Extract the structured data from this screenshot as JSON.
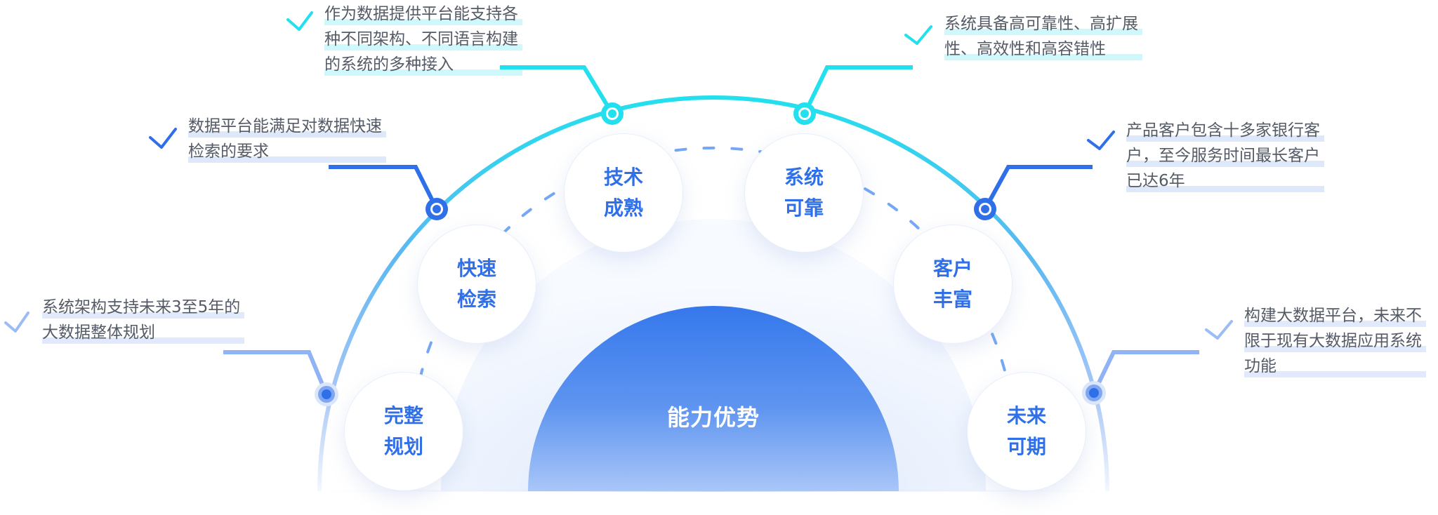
{
  "center": {
    "label": "能力优势"
  },
  "nodes": [
    {
      "id": "complete-planning",
      "line1": "完整",
      "line2": "规划"
    },
    {
      "id": "fast-search",
      "line1": "快速",
      "line2": "检索"
    },
    {
      "id": "mature-tech",
      "line1": "技术",
      "line2": "成熟"
    },
    {
      "id": "reliable-system",
      "line1": "系统",
      "line2": "可靠"
    },
    {
      "id": "rich-customers",
      "line1": "客户",
      "line2": "丰富"
    },
    {
      "id": "promising-future",
      "line1": "未来",
      "line2": "可期"
    }
  ],
  "notes": {
    "complete_planning": [
      "系统架构支持未来3至5年的",
      "大数据整体规划"
    ],
    "fast_search": [
      "数据平台能满足对数据快速",
      "检索的要求"
    ],
    "mature_tech": [
      "作为数据提供平台能支持各",
      "种不同架构、不同语言构建",
      "的系统的多种接入"
    ],
    "reliable_system": [
      "系统具备高可靠性、高扩展",
      "性、高效性和高容错性"
    ],
    "rich_customers": [
      "产品客户包含十多家银行客",
      "户，至今服务时间最长客户",
      "已达6年"
    ],
    "promising_future": [
      "构建大数据平台，未来不",
      "限于现有大数据应用系统",
      "功能"
    ]
  },
  "colors": {
    "primary_blue": "#2f6fe8",
    "cyan": "#22e0ee",
    "light_blue": "#8fb3f5",
    "text_gray": "#555b66"
  },
  "icons": {
    "check": "check-icon",
    "connector": "connector-dot-icon"
  }
}
